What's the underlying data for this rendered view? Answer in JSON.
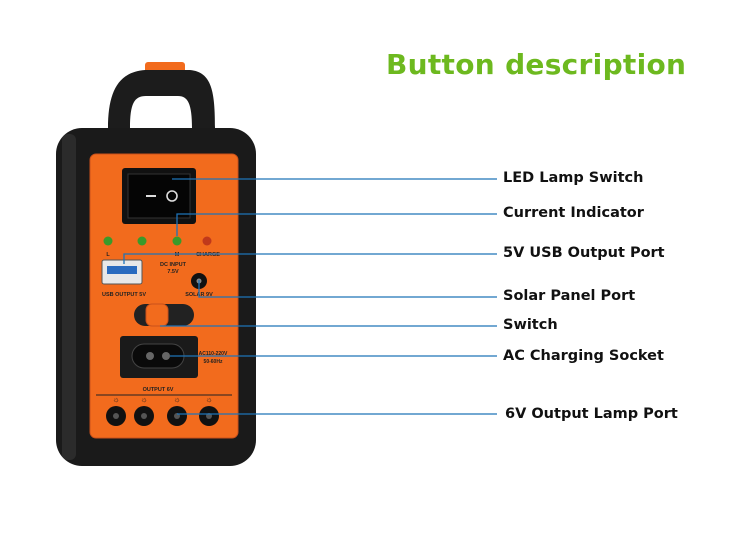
{
  "title": "Button description",
  "colors": {
    "title": "#6db91f",
    "leader_line": "#1e73b8",
    "body_black": "#1a1a1a",
    "panel_orange": "#f26b1d"
  },
  "panel_text": {
    "indicator_l": "L",
    "indicator_m": "M",
    "indicator_charge": "CHARGE",
    "dc_input": "DC INPUT",
    "dc_voltage": "7.5V",
    "usb_output": "USB OUTPUT 5V",
    "solar": "SOLAR 9V",
    "ac_rating_1": "AC110-220V",
    "ac_rating_2": "50-60Hz",
    "output_6v": "OUTPUT 6V"
  },
  "labels": [
    {
      "id": "led-lamp-switch",
      "text": "LED Lamp Switch"
    },
    {
      "id": "current-indicator",
      "text": "Current Indicator"
    },
    {
      "id": "usb-output-port",
      "text": "5V USB Output Port"
    },
    {
      "id": "solar-panel-port",
      "text": "Solar Panel Port"
    },
    {
      "id": "switch",
      "text": "Switch"
    },
    {
      "id": "ac-charging-socket",
      "text": "AC Charging Socket"
    },
    {
      "id": "lamp-port",
      "text": "6V Output Lamp Port"
    }
  ]
}
